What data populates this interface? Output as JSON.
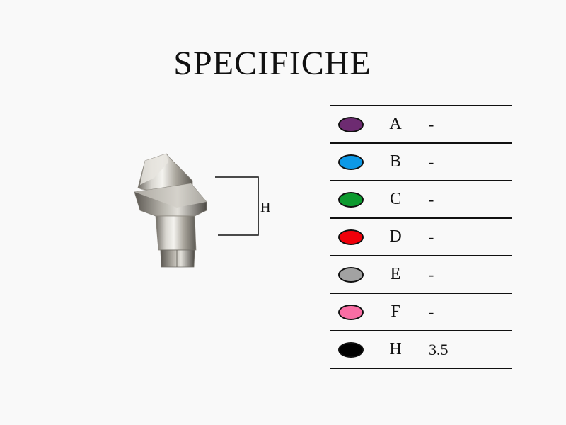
{
  "title": "SPECIFICHE",
  "diagram": {
    "dimension_label": "H"
  },
  "specs": [
    {
      "code": "A",
      "value": "-",
      "color": "#6d2b71"
    },
    {
      "code": "B",
      "value": "-",
      "color": "#0d99e6"
    },
    {
      "code": "C",
      "value": "-",
      "color": "#0c9a2e"
    },
    {
      "code": "D",
      "value": "-",
      "color": "#f0000a"
    },
    {
      "code": "E",
      "value": "-",
      "color": "#a2a2a2"
    },
    {
      "code": "F",
      "value": "-",
      "color": "#f96ea4"
    },
    {
      "code": "H",
      "value": "3.5",
      "color": "#000000"
    }
  ]
}
